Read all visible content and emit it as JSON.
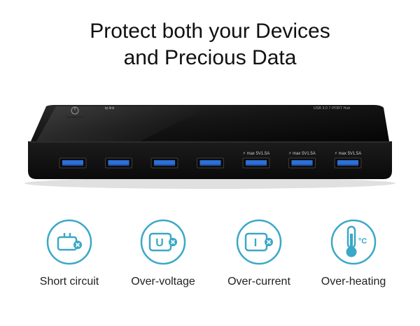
{
  "headline": {
    "line1": "Protect both your Devices",
    "line2": "and Precious Data"
  },
  "hub": {
    "brand": "tp-link",
    "spec": "USB 3.0 7-PORT Hub",
    "port_count": 7,
    "charge_label": "max 5V1.5A",
    "charge_ports": [
      5,
      6,
      7
    ],
    "colors": {
      "body": "#141414",
      "port": "#2d6fd6",
      "accent": "#3aa8c6"
    }
  },
  "features": [
    {
      "label": "Short circuit",
      "icon": "short-circuit-icon"
    },
    {
      "label": "Over-voltage",
      "icon": "over-voltage-icon",
      "glyph": "U"
    },
    {
      "label": "Over-current",
      "icon": "over-current-icon",
      "glyph": "I"
    },
    {
      "label": "Over-heating",
      "icon": "thermometer-icon",
      "glyph": "°C"
    }
  ]
}
